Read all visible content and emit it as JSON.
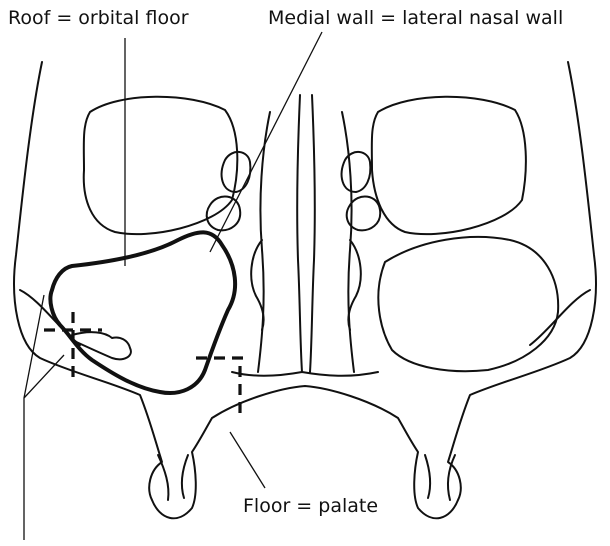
{
  "labels": {
    "roof": "Roof = orbital floor",
    "medial_wall": "Medial wall = lateral nasal wall",
    "floor": "Floor = palate"
  },
  "colors": {
    "line": "#111111",
    "background": "#ffffff"
  }
}
